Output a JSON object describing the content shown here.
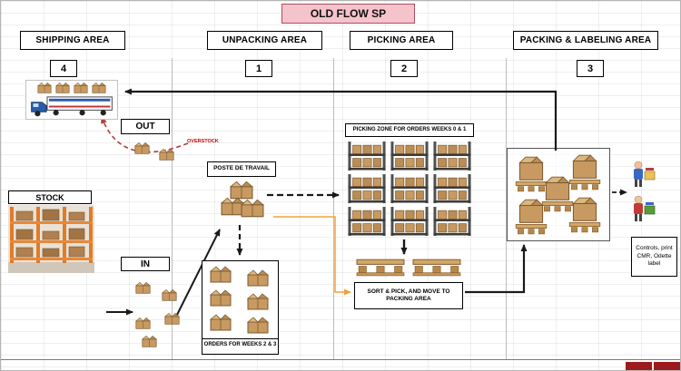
{
  "title": "OLD FLOW SP",
  "areas": {
    "shipping": {
      "label": "SHIPPING AREA",
      "number": "4"
    },
    "unpacking": {
      "label": "UNPACKING AREA",
      "number": "1"
    },
    "picking": {
      "label": "PICKING AREA",
      "number": "2"
    },
    "packing": {
      "label": "PACKING & LABELING AREA",
      "number": "3"
    }
  },
  "nodes": {
    "out": "OUT",
    "in": "IN",
    "stock": "STOCK",
    "overstock": "OVERSTOCK",
    "poste_de_travail": "POSTE DE TRAVAIL",
    "picking_zone": "PICKING ZONE FOR ORDERS WEEKS 0 & 1",
    "orders": "ORDERS FOR WEEKS 2 & 3",
    "sort_pick": "SORT & PICK, AND MOVE TO PACKING AREA",
    "controls": "Controls, print CMR, Odette label"
  },
  "colors": {
    "title_bg": "#f4c3cb",
    "overstock_red": "#cc0000",
    "arrow_orange": "#f0a438",
    "arrow_red_dashed": "#b34040",
    "arrow_black": "#1a1a1a"
  }
}
